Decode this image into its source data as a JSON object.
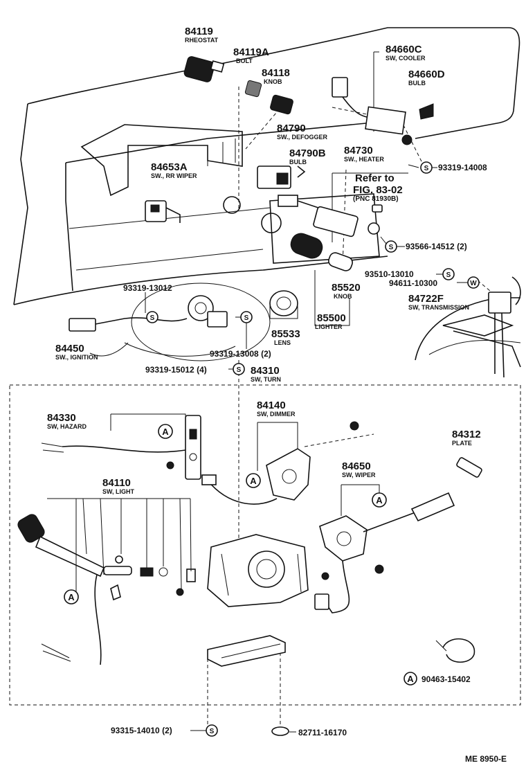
{
  "parts": [
    {
      "id": "p84119",
      "number": "84119",
      "name": "RHEOSTAT"
    },
    {
      "id": "p84119a",
      "number": "84119A",
      "name": "BOLT"
    },
    {
      "id": "p84118",
      "number": "84118",
      "name": "KNOB"
    },
    {
      "id": "p84660c",
      "number": "84660C",
      "name": "SW, COOLER"
    },
    {
      "id": "p84660d",
      "number": "84660D",
      "name": "BULB"
    },
    {
      "id": "p84790",
      "number": "84790",
      "name": "SW., DEFOGGER"
    },
    {
      "id": "p84790b",
      "number": "84790B",
      "name": "BULB"
    },
    {
      "id": "p84730",
      "number": "84730",
      "name": "SW., HEATER"
    },
    {
      "id": "p84653a",
      "number": "84653A",
      "name": "SW., RR WIPER"
    },
    {
      "id": "p85520",
      "number": "85520",
      "name": "KNOB"
    },
    {
      "id": "p85500",
      "number": "85500",
      "name": "LIGHTER"
    },
    {
      "id": "p85533",
      "number": "85533",
      "name": "LENS"
    },
    {
      "id": "p84722f",
      "number": "84722F",
      "name": "SW, TRANSMISSION"
    },
    {
      "id": "p84450",
      "number": "84450",
      "name": "SW., IGNITION"
    },
    {
      "id": "p84310",
      "number": "84310",
      "name": "SW, TURN"
    },
    {
      "id": "p84330",
      "number": "84330",
      "name": "SW, HAZARD"
    },
    {
      "id": "p84140",
      "number": "84140",
      "name": "SW, DIMMER"
    },
    {
      "id": "p84312",
      "number": "84312",
      "name": "PLATE"
    },
    {
      "id": "p84650",
      "number": "84650",
      "name": "SW, WIPER"
    },
    {
      "id": "p84110",
      "number": "84110",
      "name": "SW, LIGHT"
    }
  ],
  "reference": {
    "line1": "Refer to",
    "line2": "FIG. 83-02",
    "line3": "(PNC 81930B)"
  },
  "codes": [
    {
      "id": "c93319_14008",
      "text": "93319-14008",
      "marker": "S"
    },
    {
      "id": "c93566_14512",
      "text": "93566-14512 (2)",
      "marker": "S"
    },
    {
      "id": "c93510_13010",
      "text": "93510-13010",
      "marker": "S"
    },
    {
      "id": "c94611_10300",
      "text": "94611-10300",
      "marker": "W"
    },
    {
      "id": "c93319_13012",
      "text": "93319-13012",
      "marker": "S"
    },
    {
      "id": "c93319_13008",
      "text": "93319-13008 (2)",
      "marker": "S"
    },
    {
      "id": "c93319_15012",
      "text": "93319-15012 (4)",
      "marker": "S"
    },
    {
      "id": "c90463_15402",
      "text": "90463-15402",
      "marker": "A"
    },
    {
      "id": "c93315_14010",
      "text": "93315-14010 (2)",
      "marker": "S"
    },
    {
      "id": "c82711_16170",
      "text": "82711-16170",
      "marker": ""
    }
  ],
  "callout_marker": "A",
  "figure_id": "ME  8950-E"
}
